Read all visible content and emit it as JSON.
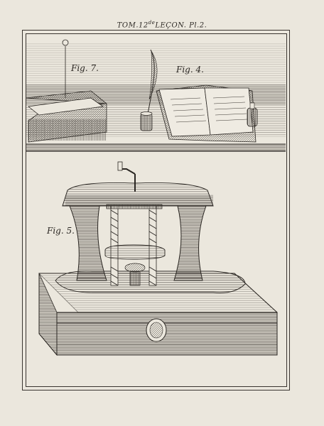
{
  "plate": {
    "header_main": "TOM.12",
    "header_sup": "de",
    "header_rest": "LEÇON. Pl.2."
  },
  "figures": {
    "fig7": "Fig. 7.",
    "fig4": "Fig. 4.",
    "fig5": "Fig. 5."
  },
  "colors": {
    "paper": "#ebe7dd",
    "ink": "#2a2622"
  }
}
